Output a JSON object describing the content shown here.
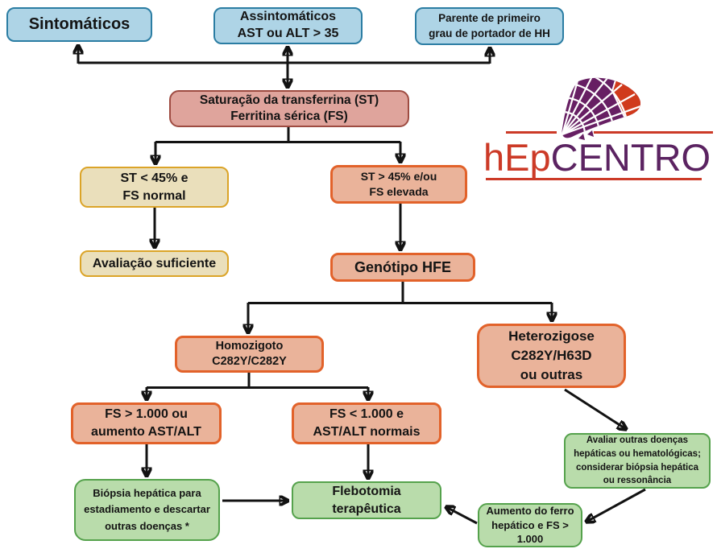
{
  "flowchart": {
    "nodes": {
      "sintomaticos": {
        "label": "Sintomáticos"
      },
      "assintomaticos": {
        "label": "Assintomáticos\nAST ou ALT > 35"
      },
      "parente": {
        "label": "Parente de primeiro\ngrau de portador de HH"
      },
      "saturacao": {
        "label": "Saturação da transferrina (ST)\nFerritina sérica (FS)"
      },
      "st_baixa": {
        "label": "ST < 45% e\nFS normal"
      },
      "st_alta": {
        "label": "ST > 45% e/ou\nFS elevada"
      },
      "avaliacao_suficiente": {
        "label": "Avaliação suficiente"
      },
      "genotipo_hfe": {
        "label": "Genótipo HFE"
      },
      "homozigoto": {
        "label": "Homozigoto\nC282Y/C282Y"
      },
      "heterozigose": {
        "label": "Heterozigose\nC282Y/H63D\nou outras"
      },
      "fs_alta": {
        "label": "FS > 1.000 ou\naumento AST/ALT"
      },
      "fs_baixa": {
        "label": "FS < 1.000 e\nAST/ALT normais"
      },
      "biopsia": {
        "label": "Biópsia hepática para\nestadiamento e descartar\noutras doenças *"
      },
      "flebotomia": {
        "label": "Flebotomia\nterapêutica"
      },
      "avaliar_outras": {
        "label": "Avaliar outras doenças\nhepáticas ou hematológicas;\nconsiderar biópsia hepática\nou ressonância"
      },
      "aumento_ferro": {
        "label": "Aumento do ferro\nhepático e FS >\n1.000"
      }
    },
    "palette": {
      "blue_fill": "#aed4e6",
      "blue_border": "#2b7da3",
      "pink_fill": "#dfa49c",
      "pink_border": "#9e4b41",
      "tan_fill": "#eadfbb",
      "tan_border": "#dba428",
      "orange_fill": "#eab39a",
      "orange_border": "#e2622a",
      "green_fill": "#b9dcab",
      "green_border": "#55a24c",
      "arrow_color": "#121212"
    }
  },
  "logo": {
    "text_hep": "hEp",
    "text_centro": "CENTRO",
    "red": "#cc3a27",
    "purple": "#5b2361",
    "mosaic_purple": "#671f63",
    "mosaic_red": "#d03a1c"
  }
}
